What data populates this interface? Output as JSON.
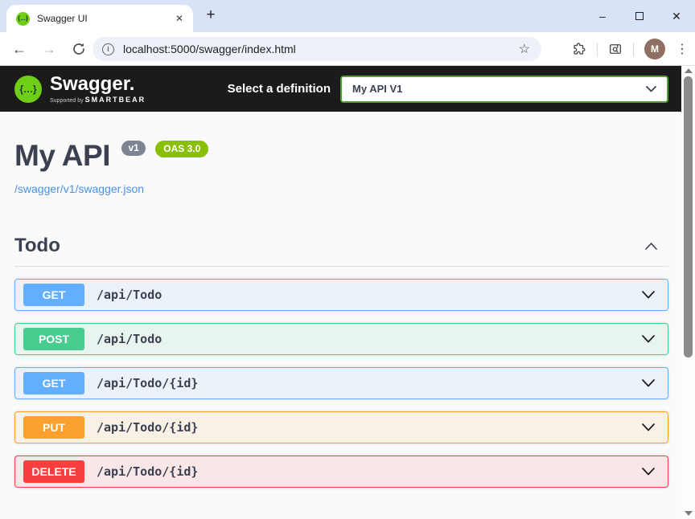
{
  "browser": {
    "tab_title": "Swagger UI",
    "url": "localhost:5000/swagger/index.html",
    "avatar_initial": "M"
  },
  "icons": {
    "tab_close": "✕",
    "new_tab": "+",
    "window_minimize": "–",
    "window_close": "✕",
    "back_arrow": "←",
    "forward_arrow": "→",
    "star": "☆",
    "info": "i",
    "menu_dots": "⋮",
    "logo_glyph": "{…}",
    "favicon_glyph": "{…}"
  },
  "topbar": {
    "logo_text": "Swagger.",
    "logo_sub_prefix": "Supported by",
    "logo_sub_brand": "SMARTBEAR",
    "select_label": "Select a definition",
    "selected_definition": "My API V1"
  },
  "info": {
    "title": "My API",
    "version_badge": "v1",
    "oas_badge": "OAS 3.0",
    "spec_link": "/swagger/v1/swagger.json"
  },
  "section": {
    "title": "Todo"
  },
  "endpoints": [
    {
      "method": "GET",
      "path": "/api/Todo",
      "color": "#61affe"
    },
    {
      "method": "POST",
      "path": "/api/Todo",
      "color": "#49cc90"
    },
    {
      "method": "GET",
      "path": "/api/Todo/{id}",
      "color": "#61affe"
    },
    {
      "method": "PUT",
      "path": "/api/Todo/{id}",
      "color": "#fca130"
    },
    {
      "method": "DELETE",
      "path": "/api/Todo/{id}",
      "color": "#f93e3e"
    }
  ],
  "colors": {
    "get": "#61affe",
    "post": "#49cc90",
    "put": "#fca130",
    "delete": "#f93e3e",
    "topbar_bg": "#1b1b1b",
    "logo_green": "#6fce16",
    "select_border": "#4f9e30",
    "oas_badge_bg": "#89bf04",
    "version_badge_bg": "#7d8492",
    "title_text": "#3b4151",
    "link": "#4990e2",
    "chrome_tabstrip": "#d8e3f8"
  }
}
